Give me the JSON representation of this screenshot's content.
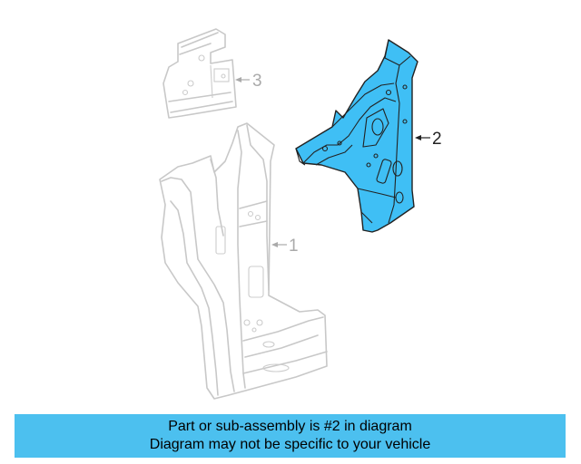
{
  "colors": {
    "part_fill": "#3fbff5",
    "banner_bg": "#4cc0ef",
    "ghost_stroke": "#c8c8c8",
    "ghost_text": "#aaaaaa",
    "active_text": "#222222"
  },
  "callouts": [
    {
      "number": "1",
      "highlighted": false
    },
    {
      "number": "2",
      "highlighted": true
    },
    {
      "number": "3",
      "highlighted": false
    }
  ],
  "banner": {
    "line1": "Part or sub-assembly is #2 in diagram",
    "line2": "Diagram may not be specific to your vehicle"
  }
}
